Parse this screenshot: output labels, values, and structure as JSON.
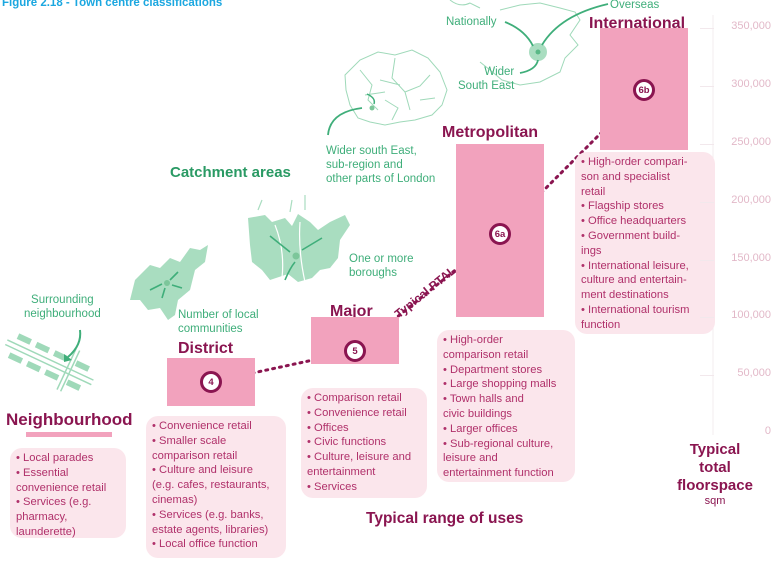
{
  "figure_title": "Figure 2.18 - Town centre classifications",
  "catchment": {
    "heading": "Catchment areas",
    "labels": {
      "surrounding": [
        "Surrounding",
        "neighbourhood"
      ],
      "local_communities": [
        "Number of local",
        "communities"
      ],
      "boroughs": [
        "One or more",
        "boroughs"
      ],
      "wider_london": [
        "Wider south East,",
        "sub-region and",
        "other parts of London"
      ],
      "nationally": "Nationally",
      "overseas": "Overseas",
      "wider_south_east": [
        "Wider",
        "South East"
      ]
    }
  },
  "ptal_label": "Typical PTAL",
  "tiers": [
    {
      "name": "Neighbourhood",
      "ptal": "",
      "floorspace_min": 0,
      "floorspace_max": 0,
      "uses": [
        "• Local parades",
        "• Essential",
        "convenience retail",
        "• Services (e.g.",
        "pharmacy,",
        "launderette)"
      ]
    },
    {
      "name": "District",
      "ptal": "4",
      "floorspace_min": 23000,
      "floorspace_max": 65000,
      "uses": [
        "• Convenience retail",
        "• Smaller scale",
        "comparison retail",
        "• Culture and leisure",
        "(e.g. cafes, restaurants,",
        "cinemas)",
        "• Services (e.g. banks,",
        "estate agents, libraries)",
        "• Local office function"
      ]
    },
    {
      "name": "Major",
      "ptal": "5",
      "floorspace_min": 60000,
      "floorspace_max": 100000,
      "uses": [
        "• Comparison retail",
        "• Convenience retail",
        "• Offices",
        "• Civic functions",
        "• Culture, leisure and",
        "entertainment",
        "• Services"
      ]
    },
    {
      "name": "Metropolitan",
      "ptal": "6a",
      "floorspace_min": 100000,
      "floorspace_max": 250000,
      "uses": [
        "• High-order",
        "comparison retail",
        "• Department stores",
        "• Large shopping malls",
        "• Town halls and",
        "civic buildings",
        "• Larger offices",
        "• Sub-regional culture,",
        "leisure and",
        "entertainment function"
      ]
    },
    {
      "name": "International",
      "ptal": "6b",
      "floorspace_min": 245000,
      "floorspace_max": 350000,
      "uses": [
        "• High-order compari-",
        "son and specialist",
        "retail",
        "• Flagship stores",
        "• Office headquarters",
        "• Government build-",
        "ings",
        "• International leisure,",
        "culture and entertain-",
        "ment destinations",
        "• International tourism",
        "function"
      ]
    }
  ],
  "y_axis": {
    "ticks": [
      "0",
      "50,000",
      "100,000",
      "150,000",
      "200,000",
      "250,000",
      "300,000",
      "350,000"
    ],
    "tick_values": [
      0,
      50000,
      100000,
      150000,
      200000,
      250000,
      300000,
      350000
    ],
    "label": [
      "Typical",
      "total",
      "floorspace"
    ],
    "unit": "sqm"
  },
  "x_axis_label": "Typical range of uses",
  "colors": {
    "title": "#1ba7e0",
    "tier_text": "#8a1550",
    "bar": "#f2a2bd",
    "box_bg": "#fbe6ec",
    "box_text": "#b0306a",
    "green": "#3fae7a",
    "green_fill": "#9fd9b9"
  }
}
